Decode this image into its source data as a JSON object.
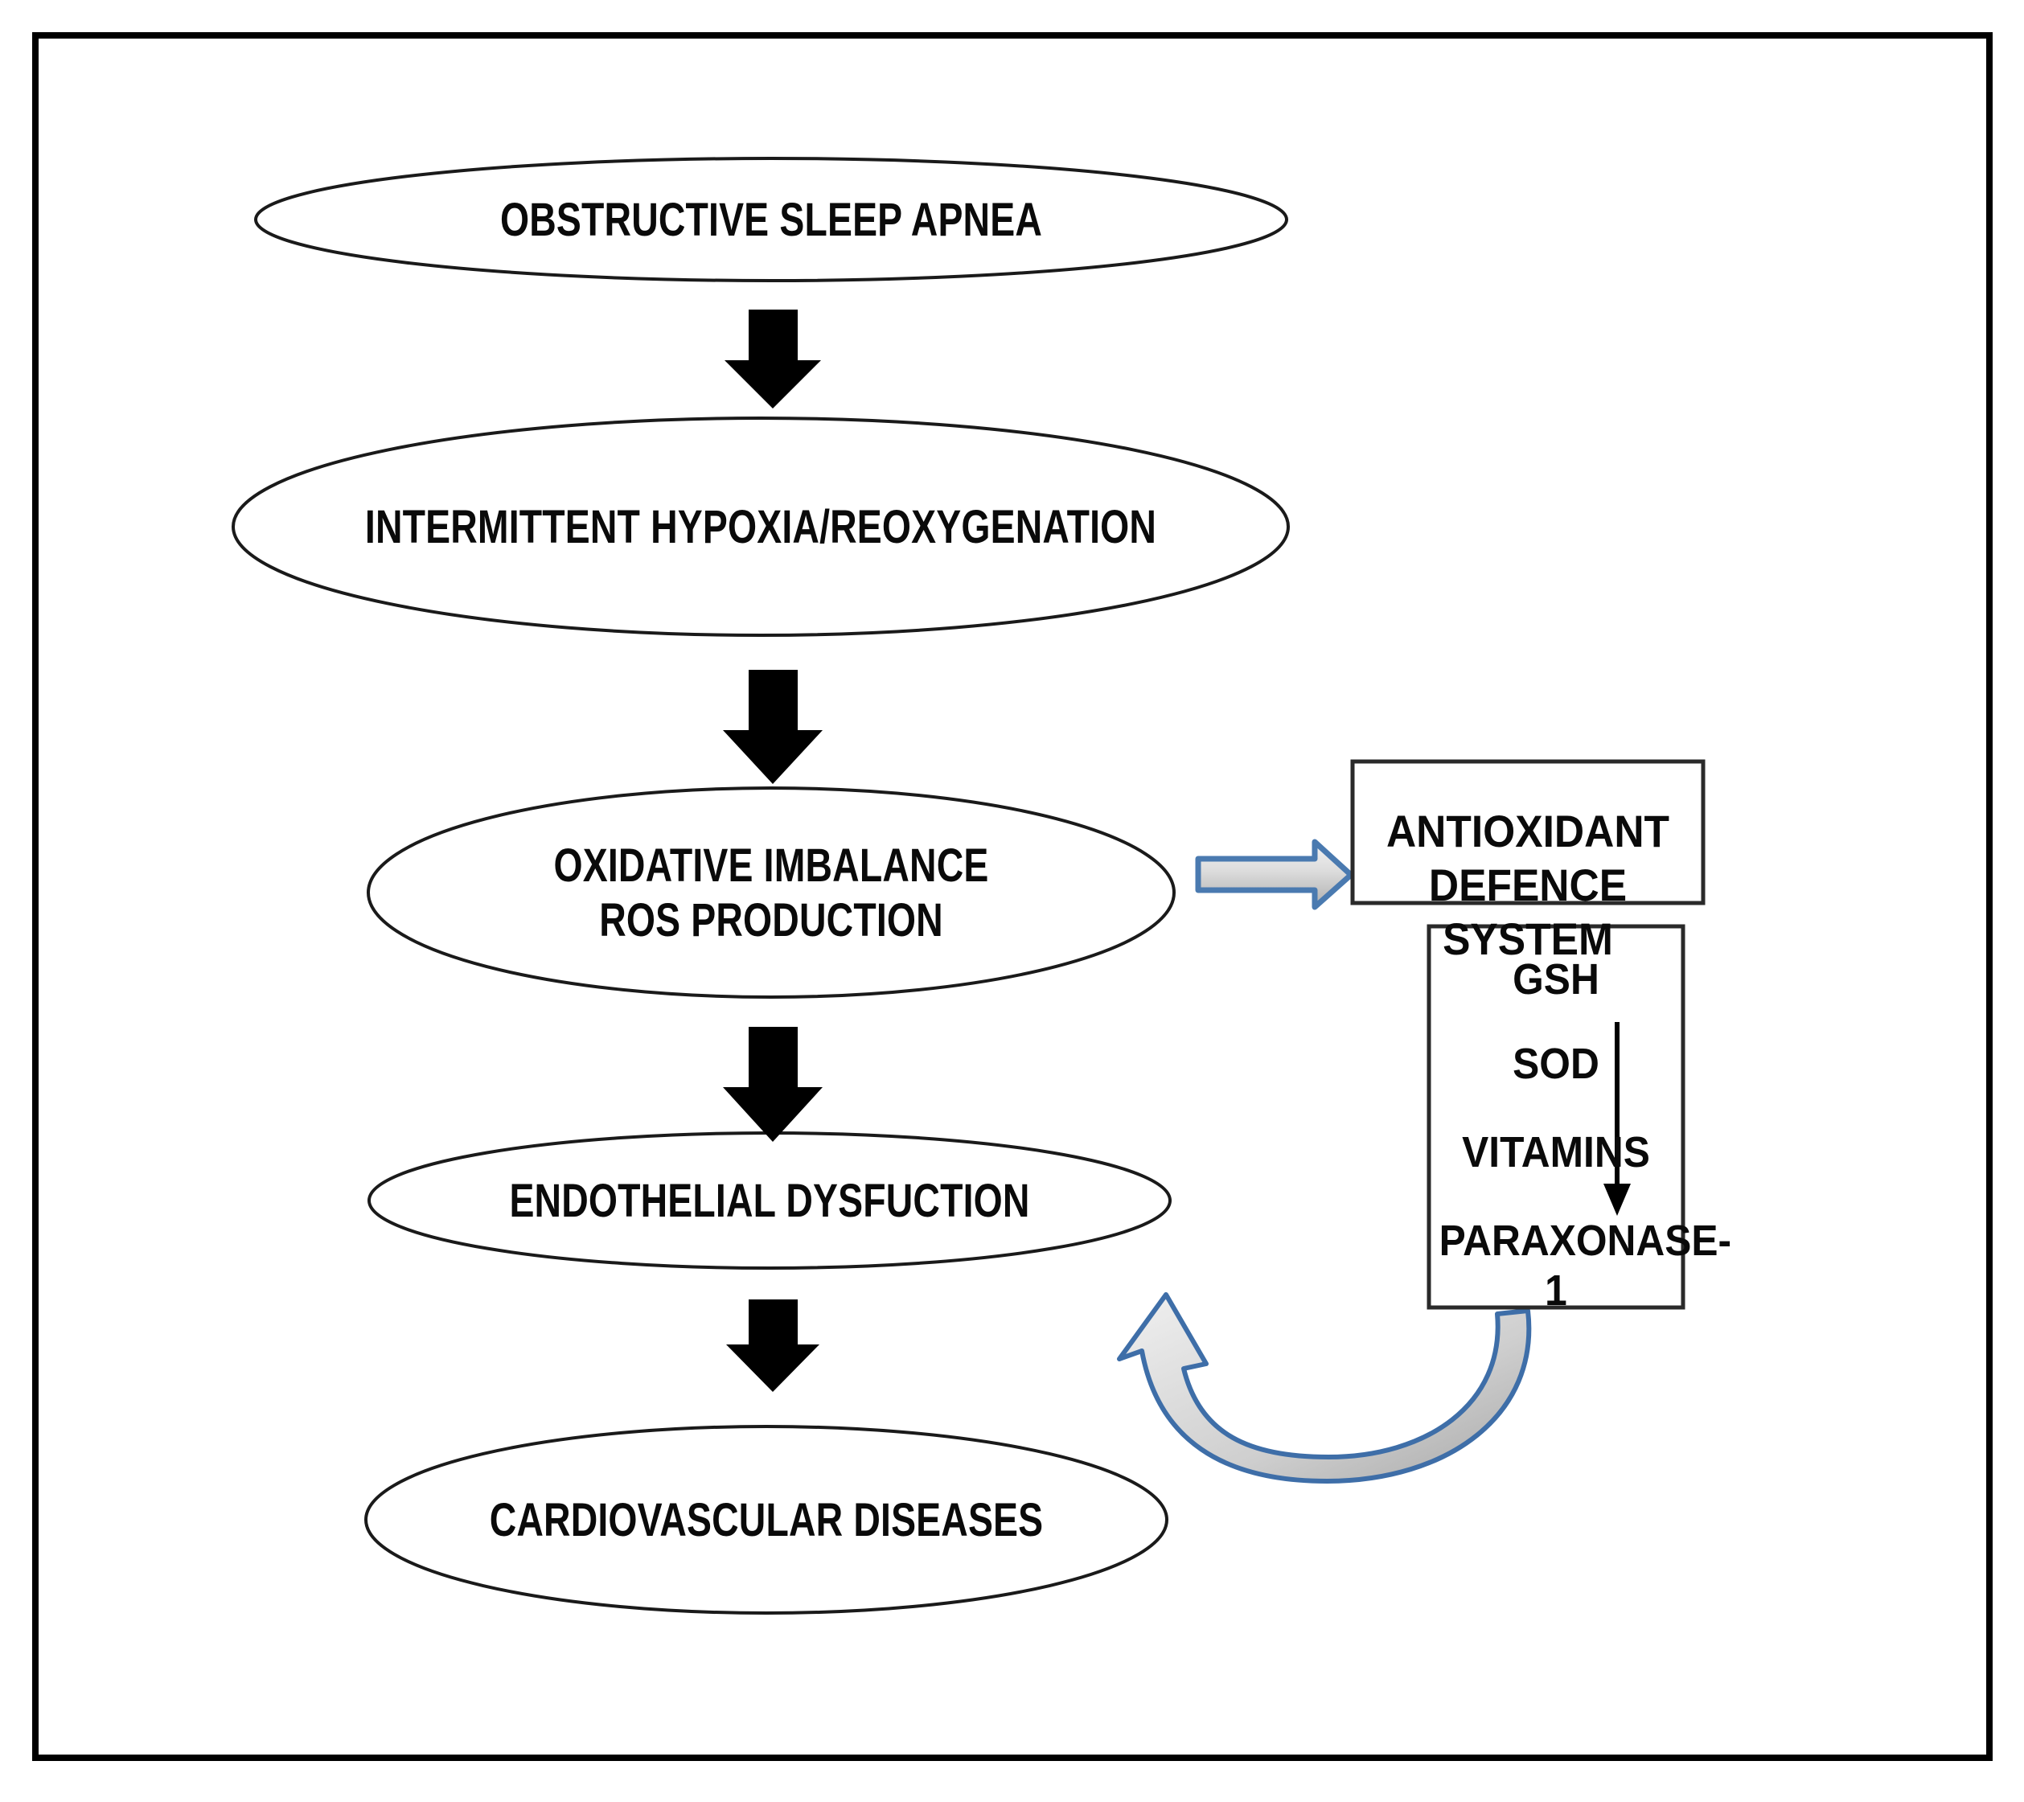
{
  "diagram": {
    "title_visible": false,
    "background_color": "#ffffff",
    "frame_color": "#000000",
    "shape_stroke_color": "#1a1a1a",
    "arrow_black_color": "#000000",
    "arrow_blue_outline_color": "#4a7ab0",
    "arrow_fill_gradient_start": "#f2f2f2",
    "arrow_fill_gradient_end": "#b8b8b8"
  },
  "flow_nodes": [
    {
      "id": "osa",
      "shape": "ellipse",
      "label": "OBSTRUCTIVE SLEEP APNEA"
    },
    {
      "id": "hypoxia",
      "shape": "ellipse",
      "label": "INTERMITTENT HYPOXIA/REOXYGENATION"
    },
    {
      "id": "oxidative",
      "shape": "ellipse",
      "label": "OXIDATIVE IMBALANCE\nROS PRODUCTION"
    },
    {
      "id": "endothelial",
      "shape": "ellipse",
      "label": "ENDOTHELIAL DYSFUCTION"
    },
    {
      "id": "cvd",
      "shape": "ellipse",
      "label": "CARDIOVASCULAR DISEASES"
    }
  ],
  "side_boxes": {
    "antioxidant": {
      "label": "ANTIOXIDANT DEFENCE\nSYSTEM"
    },
    "markers": {
      "items": [
        {
          "label": "GSH"
        },
        {
          "label": "SOD"
        },
        {
          "label": "VITAMINS"
        },
        {
          "label": "PARAXONASE-1"
        }
      ],
      "trend_arrow": "down-arrow-decrease"
    }
  },
  "connectors": [
    {
      "id": "osa-to-hypoxia",
      "style": "black-block-arrow",
      "direction": "down"
    },
    {
      "id": "hypoxia-to-oxidative",
      "style": "black-block-arrow",
      "direction": "down"
    },
    {
      "id": "oxidative-to-endothelial",
      "style": "black-block-arrow",
      "direction": "down"
    },
    {
      "id": "endothelial-to-cvd",
      "style": "black-block-arrow",
      "direction": "down"
    },
    {
      "id": "oxidative-to-antioxidant",
      "style": "blue-outlined-block-arrow",
      "direction": "right"
    },
    {
      "id": "markers-to-endothelial",
      "style": "blue-outlined-curved-arrow",
      "direction": "up-left"
    }
  ]
}
